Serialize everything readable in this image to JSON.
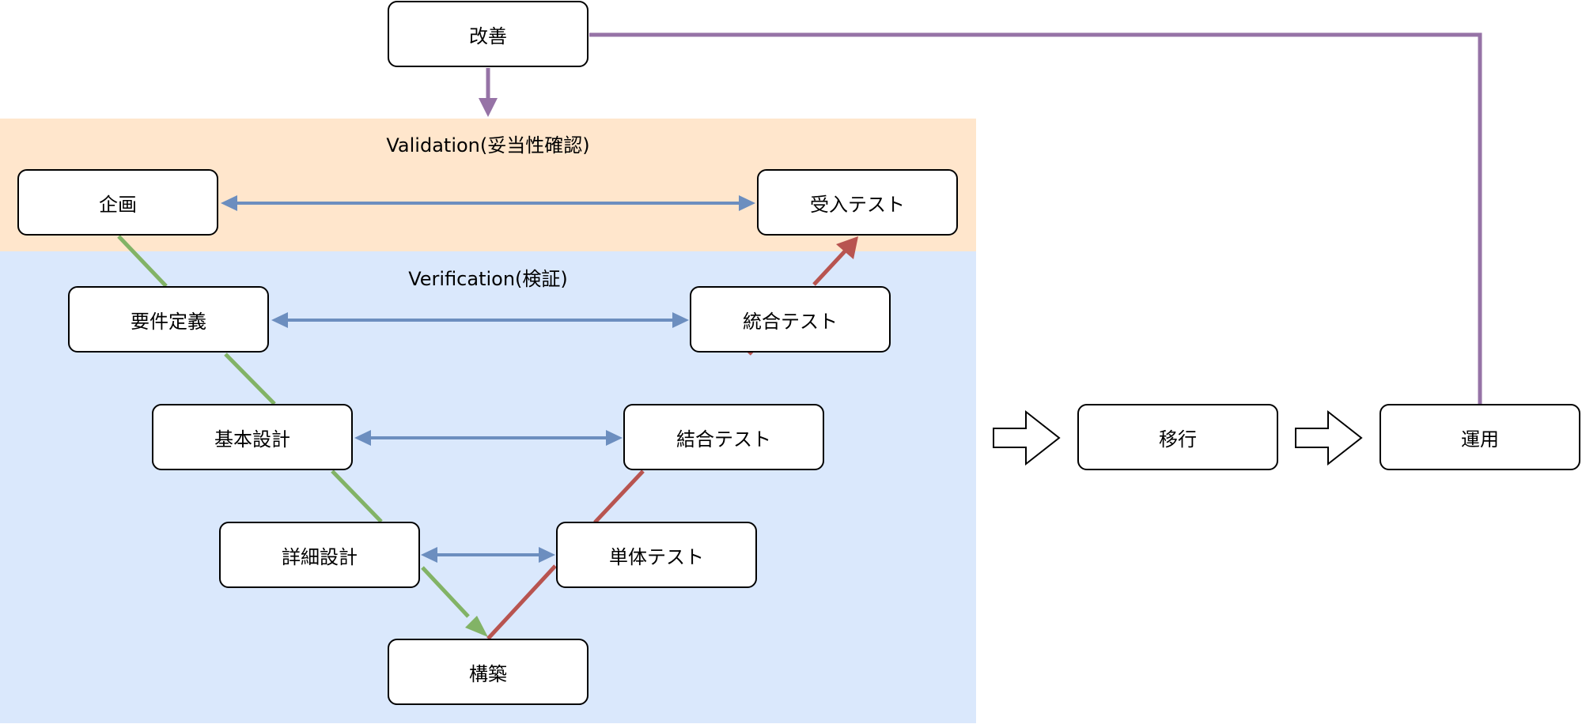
{
  "regions": {
    "validation": {
      "label": "Validation(妥当性確認)"
    },
    "verification": {
      "label": "Verification(検証)"
    }
  },
  "nodes": {
    "kaizen": "改善",
    "kikaku": "企画",
    "ukeire_test": "受入テスト",
    "youken_teigi": "要件定義",
    "tougou_test": "統合テスト",
    "kihon_sekkei": "基本設計",
    "ketsugou_test": "結合テスト",
    "shousai_sekkei": "詳細設計",
    "tantai_test": "単体テスト",
    "kouchiku": "構築",
    "ikou": "移行",
    "unyou": "運用"
  },
  "colors": {
    "validation_fill": "#ffe6cc",
    "verification_fill": "#dae8fc",
    "design_line": "#82b366",
    "test_line": "#b85450",
    "correspondence_arrow": "#6c8ebf",
    "feedback_loop": "#9673a6"
  }
}
